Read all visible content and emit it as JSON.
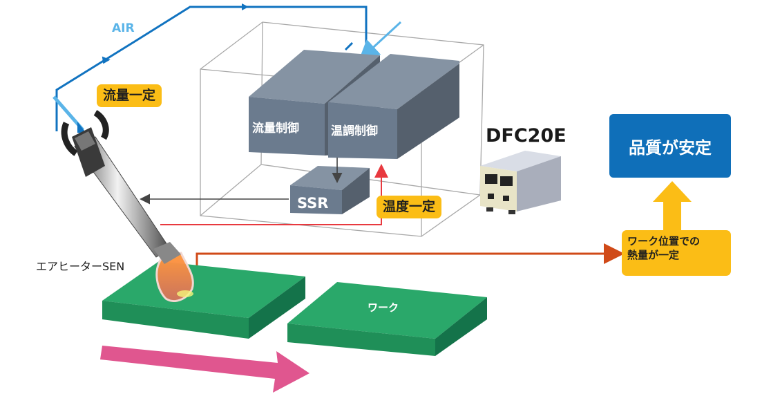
{
  "labels": {
    "air": "AIR",
    "flow_constant": "流量一定",
    "flow_control": "流量制御",
    "temp_control": "温調制御",
    "ssr": "SSR",
    "temp_constant": "温度一定",
    "model": "DFC20E",
    "quality_stable": "品質が安定",
    "heat_line1": "ワーク位置での",
    "heat_line2": "熱量が一定",
    "heater": "エアヒーターSEN",
    "work": "ワーク"
  },
  "colors": {
    "air_line": "#1173c0",
    "air_line_light": "#5ab4e8",
    "box_gray": "#6b7b8e",
    "signal_red": "#e8393f",
    "heat_path": "#d04a18",
    "tag_yellow": "#fbbd16",
    "quality_blue": "#0f6fb9",
    "board_green": "#2aa86a",
    "motion_pink": "#e0568f"
  }
}
